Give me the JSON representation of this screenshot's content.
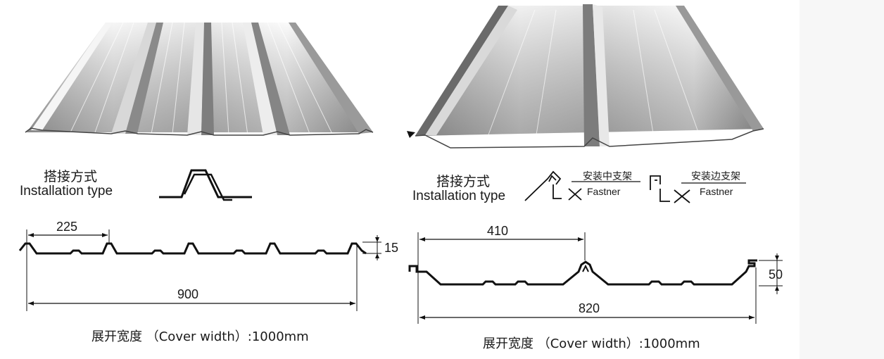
{
  "left": {
    "install_zh": "搭接方式",
    "install_en": "Installation type",
    "dim_pitch": "225",
    "dim_height": "15",
    "dim_width": "900",
    "cover_zh": "展开宽度",
    "cover_en": "（Cover width）:1000mm"
  },
  "right": {
    "install_zh": "搭接方式",
    "install_en": "Installation type",
    "fastener_mid_zh": "安装中支架",
    "fastener_mid_en": "Fastner",
    "fastener_edge_zh": "安装边支架",
    "fastener_edge_en": "Fastner",
    "dim_pitch": "410",
    "dim_height": "50",
    "dim_width": "820",
    "cover_zh": "展开宽度",
    "cover_en": "（Cover width）:1000mm"
  },
  "colors": {
    "metal_light": "#f2f2f2",
    "metal_mid": "#b9b9b9",
    "metal_dark": "#6e6e6e",
    "line": "#111111"
  }
}
